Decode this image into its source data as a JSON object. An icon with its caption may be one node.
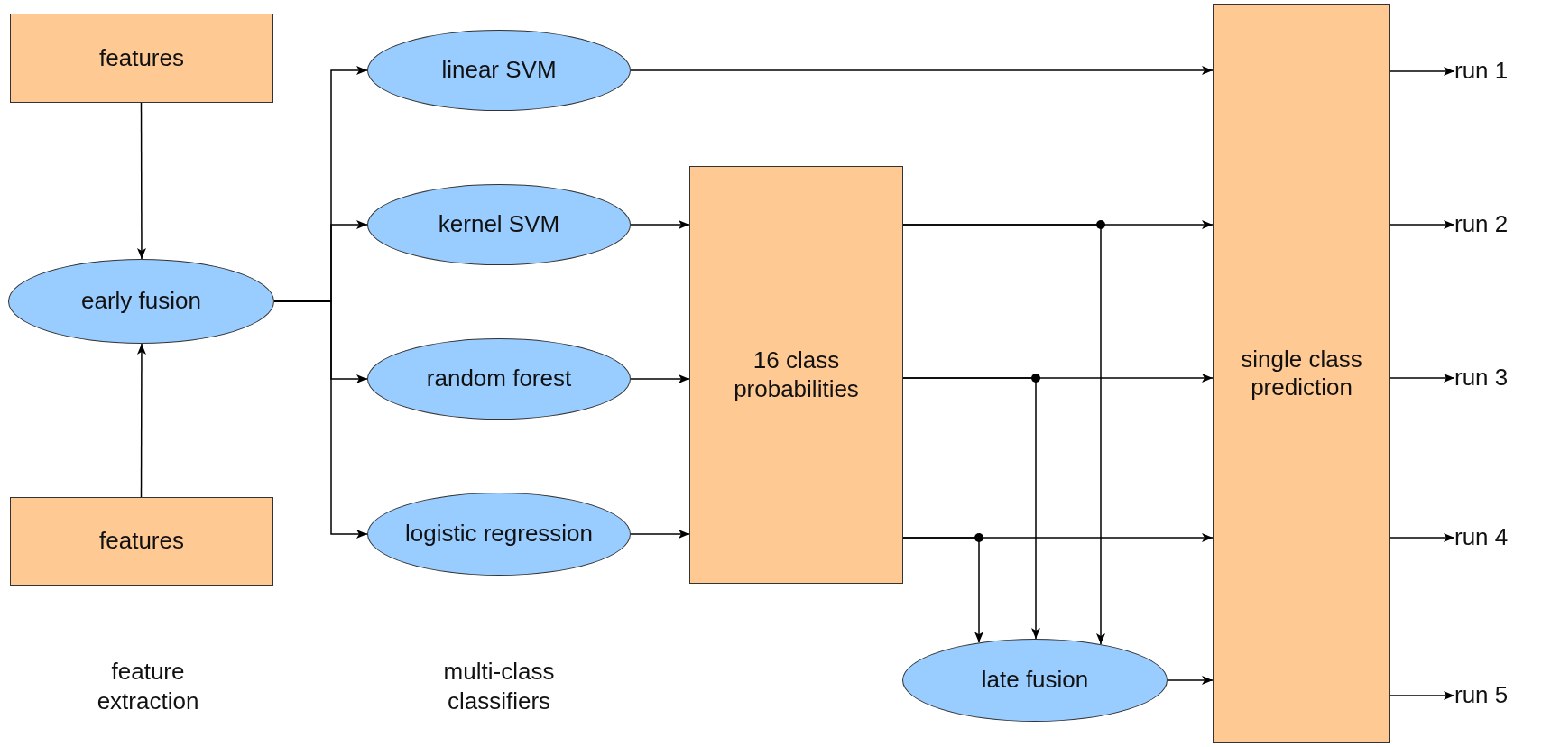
{
  "diagram": {
    "nodes": [
      {
        "text": [
          "features"
        ]
      },
      {
        "text": [
          "early fusion"
        ]
      },
      {
        "text": [
          "features"
        ]
      },
      {
        "text": [
          "linear SVM"
        ]
      },
      {
        "text": [
          "kernel SVM"
        ]
      },
      {
        "text": [
          "random forest"
        ]
      },
      {
        "text": [
          "logistic regression"
        ]
      },
      {
        "text": [
          "16 class probabilities"
        ]
      },
      {
        "text": [
          "late fusion"
        ]
      },
      {
        "text": [
          "single class prediction"
        ]
      },
      {
        "text": [
          "run 1"
        ]
      },
      {
        "text": [
          "run 2"
        ]
      },
      {
        "text": [
          "run 3"
        ]
      },
      {
        "text": [
          "run 4"
        ]
      },
      {
        "text": [
          "run 5"
        ]
      }
    ],
    "edges": [
      {
        "from": 0,
        "to": 1,
        "arrow": "to"
      },
      {
        "from": 2,
        "to": 1,
        "arrow": "to"
      },
      {
        "from": 1,
        "to": 3,
        "arrow": "to"
      },
      {
        "from": 1,
        "to": 4,
        "arrow": "to"
      },
      {
        "from": 1,
        "to": 5,
        "arrow": "to"
      },
      {
        "from": 1,
        "to": 6,
        "arrow": "to"
      },
      {
        "from": 3,
        "to": 9,
        "arrow": "to"
      },
      {
        "from": 4,
        "to": 7,
        "arrow": "to"
      },
      {
        "from": 5,
        "to": 7,
        "arrow": "to"
      },
      {
        "from": 6,
        "to": 7,
        "arrow": "to"
      },
      {
        "from": 7,
        "to": 9,
        "arrow": "to"
      },
      {
        "from": 7,
        "to": 9,
        "arrow": "to"
      },
      {
        "from": 7,
        "to": 9,
        "arrow": "to"
      },
      {
        "from": 7,
        "to": 8,
        "arrow": "to"
      },
      {
        "from": 7,
        "to": 8,
        "arrow": "to"
      },
      {
        "from": 7,
        "to": 8,
        "arrow": "to"
      },
      {
        "from": 8,
        "to": 9,
        "arrow": "to"
      },
      {
        "from": 9,
        "to": 10,
        "arrow": "to"
      },
      {
        "from": 9,
        "to": 11,
        "arrow": "to"
      },
      {
        "from": 9,
        "to": 12,
        "arrow": "to"
      },
      {
        "from": 9,
        "to": 13,
        "arrow": "to"
      },
      {
        "from": 9,
        "to": 14,
        "arrow": "to"
      }
    ],
    "labels": [
      "feature extraction",
      "multi-class classifiers"
    ]
  }
}
